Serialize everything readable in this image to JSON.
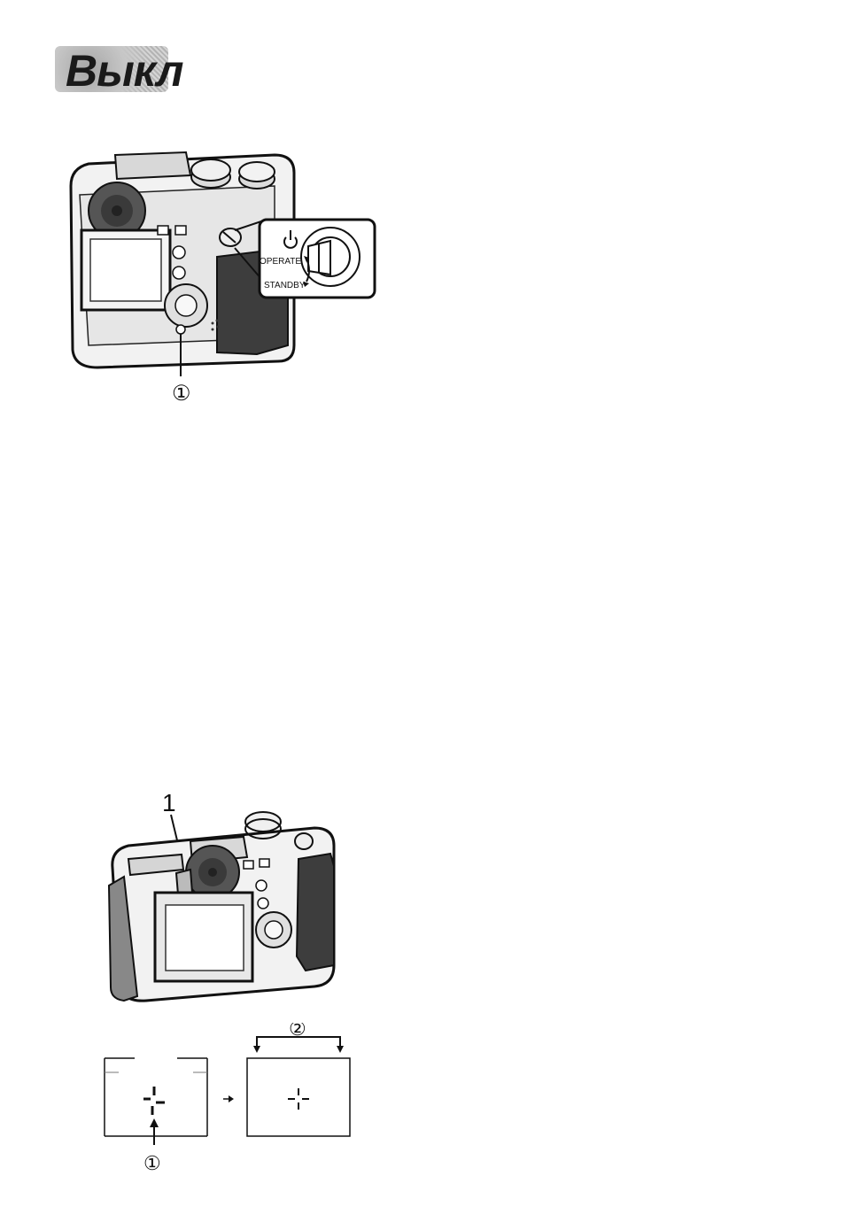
{
  "heading": {
    "title": "Выкл"
  },
  "figure1": {
    "power_icon": "power-symbol",
    "switch_label_operate": "OPERATE",
    "switch_label_standby": "STANDBY",
    "callout_1": "①"
  },
  "figure2": {
    "step_label": "1",
    "callout_1": "①",
    "callout_2": "②"
  }
}
